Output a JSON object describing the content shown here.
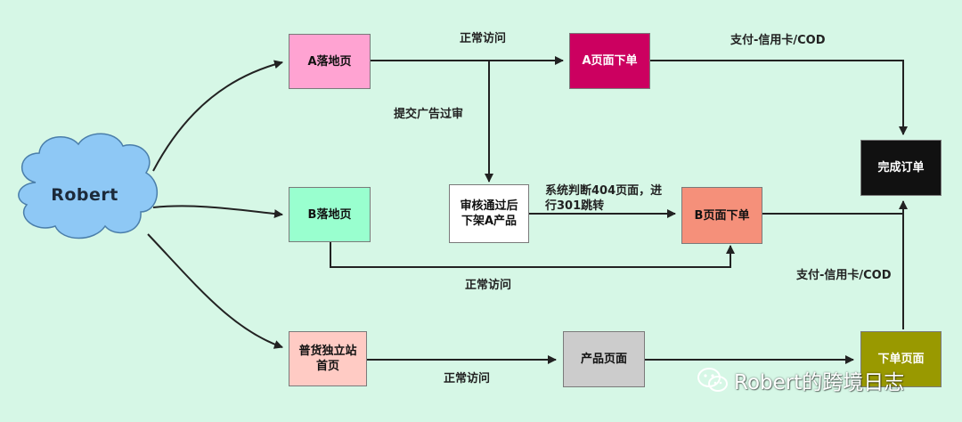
{
  "nodes": {
    "user": {
      "label": "Robert",
      "color": "#8ec8f5"
    },
    "landing_a": {
      "label": "A落地页",
      "color": "#ffa3d2"
    },
    "landing_b": {
      "label": "B落地页",
      "color": "#99ffcf"
    },
    "store_home": {
      "label": "普货独立站\n首页",
      "color": "#ffcbc4"
    },
    "review": {
      "label": "审核通过后\n下架A产品",
      "color": "#ffffff"
    },
    "order_a": {
      "label": "A页面下单",
      "color": "#cc0060"
    },
    "order_b": {
      "label": "B页面下单",
      "color": "#f5907a"
    },
    "product_page": {
      "label": "产品页面",
      "color": "#cccccc"
    },
    "order_store": {
      "label": "下单页面",
      "color": "#999900"
    },
    "complete": {
      "label": "完成订单",
      "color": "#111111"
    }
  },
  "edge_labels": {
    "a_to_order_a": "正常访问",
    "ad_review": "提交广告过审",
    "redirect": "系统判断404页面，进\n行301跳转",
    "b_to_order_b": "正常访问",
    "payment_top": "支付-信用卡/COD",
    "payment_right": "支付-信用卡/COD",
    "home_to_product": "正常访问"
  },
  "watermark": {
    "text": "Robert的跨境日志",
    "icon": "wechat-icon"
  }
}
